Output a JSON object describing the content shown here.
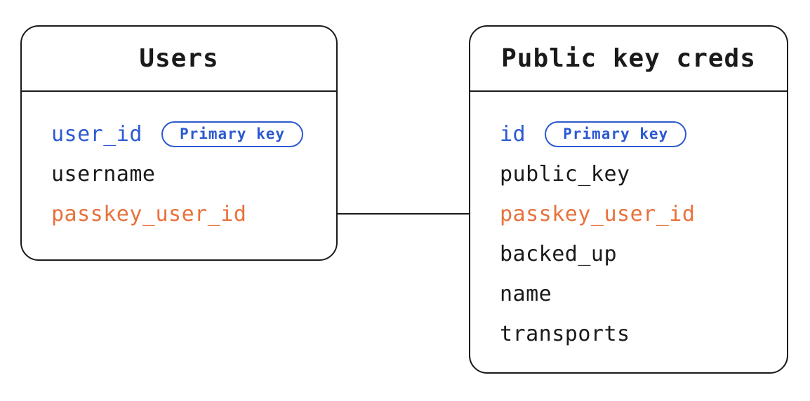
{
  "diagram": {
    "tables": [
      {
        "title": "Users",
        "fields": [
          {
            "name": "user_id",
            "color": "primary_key_blue",
            "badge": "Primary key"
          },
          {
            "name": "username",
            "color": "text_black"
          },
          {
            "name": "passkey_user_id",
            "color": "foreign_key_orange"
          }
        ]
      },
      {
        "title": "Public key creds",
        "fields": [
          {
            "name": "id",
            "color": "primary_key_blue",
            "badge": "Primary key"
          },
          {
            "name": "public_key",
            "color": "text_black"
          },
          {
            "name": "passkey_user_id",
            "color": "foreign_key_orange"
          },
          {
            "name": "backed_up",
            "color": "text_black"
          },
          {
            "name": "name",
            "color": "text_black"
          },
          {
            "name": "transports",
            "color": "text_black"
          }
        ]
      }
    ],
    "relationship": {
      "from_table": "Users",
      "from_field": "passkey_user_id",
      "to_table": "Public key creds",
      "to_field": "passkey_user_id"
    },
    "colors": {
      "primary_key_blue": "#2c59d2",
      "foreign_key_orange": "#e8713c",
      "text_black": "#1a1a1a",
      "border": "#1a1a1a",
      "background": "#ffffff"
    }
  }
}
